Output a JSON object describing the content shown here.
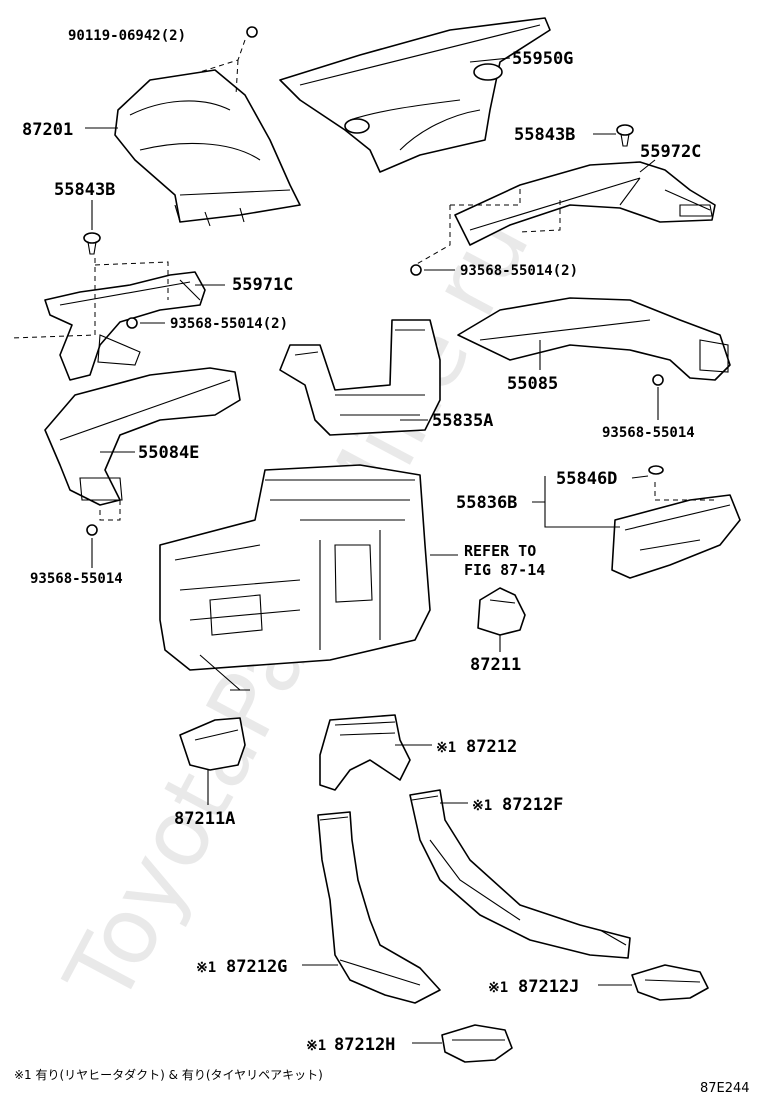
{
  "labels": {
    "p90119": "90119-06942(2)",
    "p87201": "87201",
    "p55950G": "55950G",
    "p55843B_top": "55843B",
    "p55972C": "55972C",
    "p55843B_left": "55843B",
    "p93568_2_right": "93568-55014(2)",
    "p55971C": "55971C",
    "p93568_2_left": "93568-55014(2)",
    "p55085": "55085",
    "p55835A": "55835A",
    "p93568_right": "93568-55014",
    "p55084E": "55084E",
    "p55846D": "55846D",
    "p55836B": "55836B",
    "refer_line1": "REFER TO",
    "refer_line2": "FIG 87-14",
    "p93568_left": "93568-55014",
    "p87211": "87211",
    "p87212": "87212",
    "p87212F": "87212F",
    "p87211A": "87211A",
    "p87212G": "87212G",
    "p87212J": "87212J",
    "p87212H": "87212H"
  },
  "note_marker": "※1",
  "footnote": "※1 有り(リヤヒータダクト) & 有り(タイヤリペアキット)",
  "figure_code": "87E244",
  "watermark": "ToyotaPartsMine.ru"
}
